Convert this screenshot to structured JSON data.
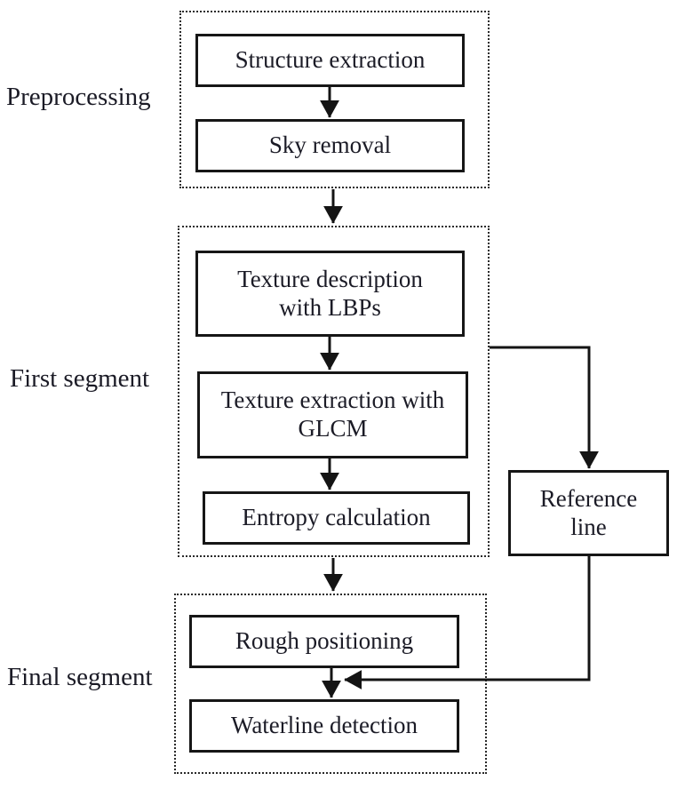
{
  "colors": {
    "line": "#141414",
    "text": "#1b1b26",
    "box_border": "#161616",
    "group_border": "#2a2a2a",
    "background": "#ffffff"
  },
  "groups": [
    {
      "label": "Preprocessing"
    },
    {
      "label": "First segment"
    },
    {
      "label": "Final segment"
    }
  ],
  "nodes": {
    "structure_extraction": "Structure extraction",
    "sky_removal": "Sky removal",
    "texture_description": "Texture description with LBPs",
    "texture_extraction": "Texture extraction with GLCM",
    "entropy_calculation": "Entropy calculation",
    "rough_positioning": "Rough positioning",
    "waterline_detection": "Waterline detection",
    "reference_line": "Reference line"
  }
}
